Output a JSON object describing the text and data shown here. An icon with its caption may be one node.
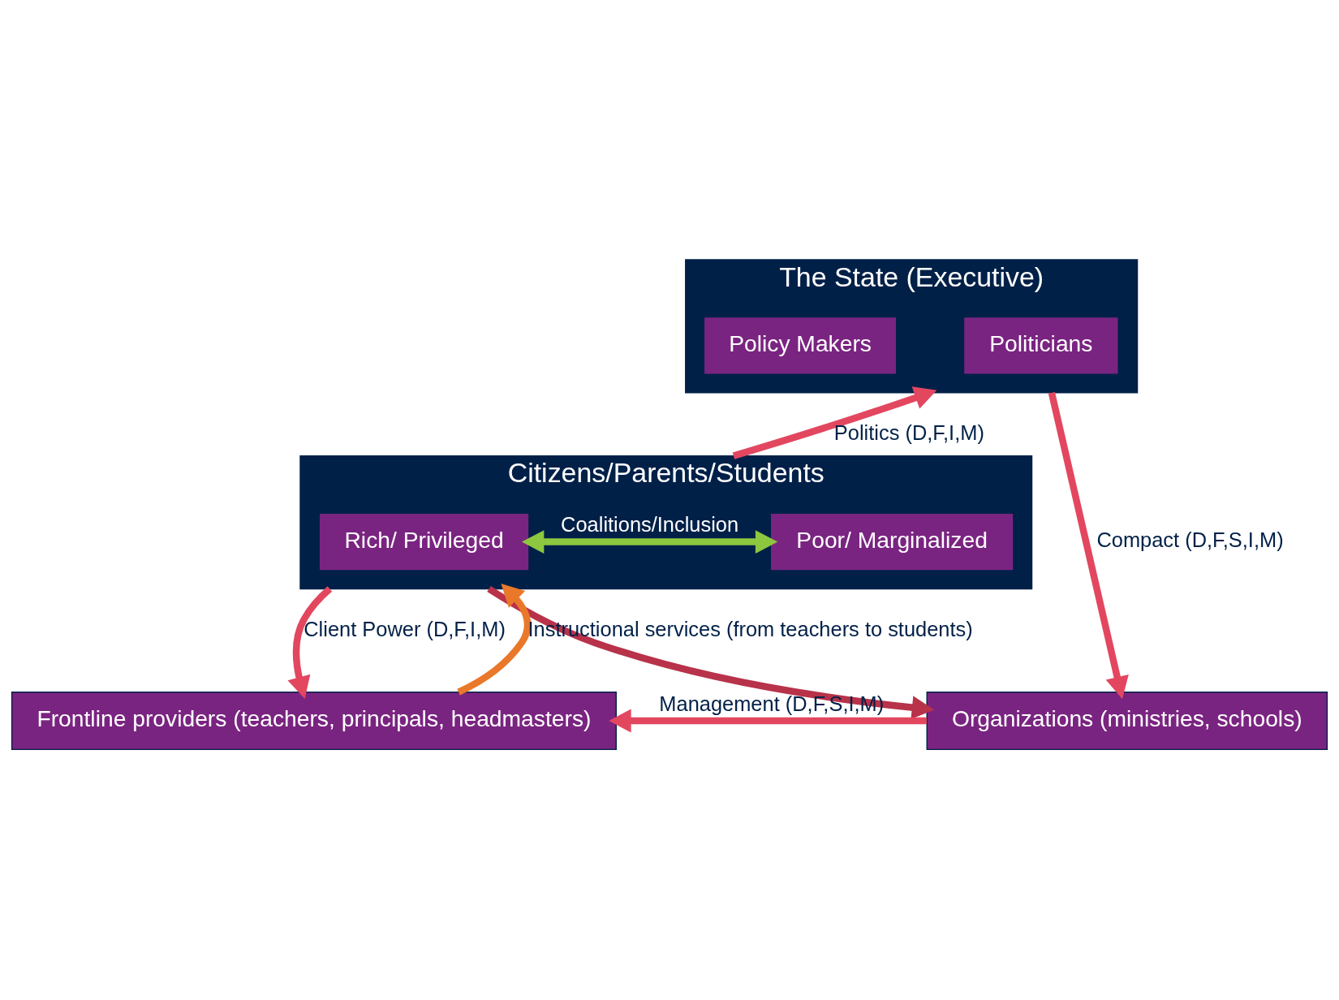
{
  "diagram": {
    "nodes": [
      {
        "text": [
          "The State (Executive)"
        ]
      },
      {
        "text": [
          "Politicians"
        ],
        "in": 0
      },
      {
        "text": [
          "Policy Makers"
        ],
        "in": 0
      },
      {
        "text": [
          "Citizens/Parents/Students"
        ]
      },
      {
        "text": [
          "Rich/ Privileged"
        ],
        "in": 3
      },
      {
        "text": [
          "Poor/ Marginalized"
        ],
        "in": 3
      },
      {
        "text": [
          "Frontline providers (teachers, principals, headmasters)"
        ]
      },
      {
        "text": [
          "Organizations (ministries, schools)"
        ]
      }
    ],
    "edges": [
      {
        "from": 3,
        "to": 0,
        "arrow": "to",
        "label": "Politics (D,F,I,M)"
      },
      {
        "from": 0,
        "to": 7,
        "arrow": "to",
        "label": "Compact (D,F,S,I,M)"
      },
      {
        "from": 4,
        "to": 5,
        "arrow": "both",
        "label": "Coalitions/Inclusion",
        "color": "#8dc63f"
      },
      {
        "from": 3,
        "to": 6,
        "arrow": "to",
        "label": "Client Power (D,F,I,M)"
      },
      {
        "from": 7,
        "to": 6,
        "arrow": "to",
        "label": "Management (D,F,S,I,M)"
      },
      {
        "from": 3,
        "to": 7,
        "arrow": "to",
        "color": "#b8324a"
      },
      {
        "from": 6,
        "to": 3,
        "arrow": "to",
        "label": "Instructional services (from teachers to students)",
        "color": "#e9782a"
      }
    ]
  }
}
